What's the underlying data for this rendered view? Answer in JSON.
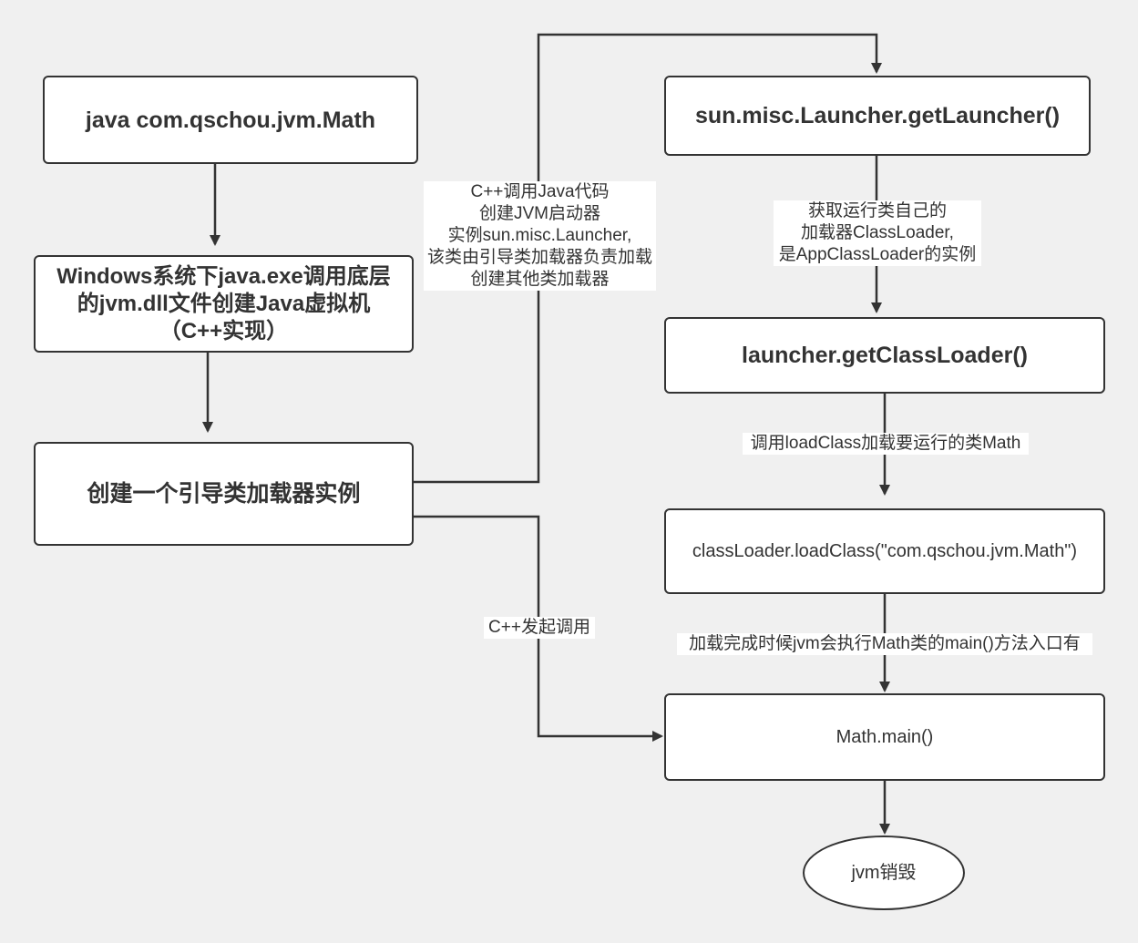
{
  "nodes": {
    "java_cmd": "java com.qschou.jvm.Math",
    "windows_exe": "Windows系统下java.exe调用底层\n的jvm.dll文件创建Java虚拟机\n（C++实现）",
    "create_bootstrap": "创建一个引导类加载器实例",
    "get_launcher": "sun.misc.Launcher.getLauncher()",
    "get_classloader": "launcher.getClassLoader()",
    "load_class": "classLoader.loadClass(\"com.qschou.jvm.Math\")",
    "math_main": "Math.main()",
    "jvm_destroy": "jvm销毁"
  },
  "edge_labels": {
    "cpp_call_java": "C++调用Java代码\n创建JVM启动器\n实例sun.misc.Launcher,\n该类由引导类加载器负责加载\n创建其他类加载器",
    "get_runtime_loader": "获取运行类自己的\n加载器ClassLoader,\n是AppClassLoader的实例",
    "call_loadclass": "调用loadClass加载要运行的类Math",
    "cpp_initiates": "C++发起调用",
    "after_load": "加载完成时候jvm会执行Math类的main()方法入口有"
  },
  "colors": {
    "background": "#f0f0f0",
    "node_fill": "#ffffff",
    "stroke": "#333333"
  }
}
